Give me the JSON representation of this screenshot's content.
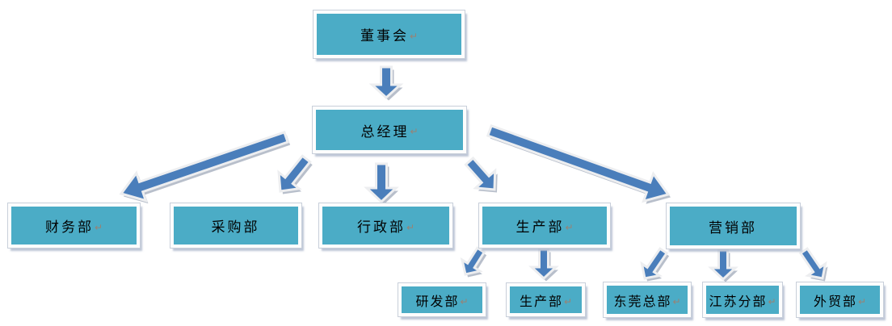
{
  "org_chart": {
    "title": "",
    "nodes": [
      {
        "id": "board",
        "label": "董事会",
        "return_mark": "↵",
        "level": 1
      },
      {
        "id": "gm",
        "label": "总经理",
        "return_mark": "↵",
        "level": 2
      },
      {
        "id": "finance",
        "label": "财务部",
        "return_mark": "↵",
        "level": 3
      },
      {
        "id": "purchasing",
        "label": "采购部",
        "return_mark": "",
        "level": 3
      },
      {
        "id": "admin",
        "label": "行政部",
        "return_mark": "↵",
        "level": 3
      },
      {
        "id": "production",
        "label": "生产部",
        "return_mark": "↵",
        "level": 3
      },
      {
        "id": "marketing",
        "label": "营销部",
        "return_mark": "",
        "level": 3
      },
      {
        "id": "rnd",
        "label": "研发部",
        "return_mark": "↵",
        "level": 4
      },
      {
        "id": "production2",
        "label": "生产部",
        "return_mark": "↵",
        "level": 4
      },
      {
        "id": "dongguan",
        "label": "东莞总部",
        "return_mark": "↵",
        "level": 4
      },
      {
        "id": "jiangsu",
        "label": "江苏分部",
        "return_mark": "↵",
        "level": 4
      },
      {
        "id": "trade",
        "label": "外贸部",
        "return_mark": "↵",
        "level": 4
      }
    ],
    "edges": [
      {
        "from": "board",
        "to": "gm"
      },
      {
        "from": "gm",
        "to": "finance"
      },
      {
        "from": "gm",
        "to": "purchasing"
      },
      {
        "from": "gm",
        "to": "admin"
      },
      {
        "from": "gm",
        "to": "production"
      },
      {
        "from": "gm",
        "to": "marketing"
      },
      {
        "from": "production",
        "to": "rnd"
      },
      {
        "from": "production",
        "to": "production2"
      },
      {
        "from": "marketing",
        "to": "dongguan"
      },
      {
        "from": "marketing",
        "to": "jiangsu"
      },
      {
        "from": "marketing",
        "to": "trade"
      }
    ],
    "colors": {
      "box_fill": "#4bacc6",
      "box_border": "#fdfdfd",
      "box_hairline": "#c8cfda",
      "box_shadow": "rgba(154,168,192,0.65)",
      "arrow_fill": "#4a7ebb",
      "arrow_outline": "#edeef0",
      "arrow_shadow": "#a6afbe",
      "label_text": "#000000",
      "return_mark": "#9a8273"
    }
  }
}
